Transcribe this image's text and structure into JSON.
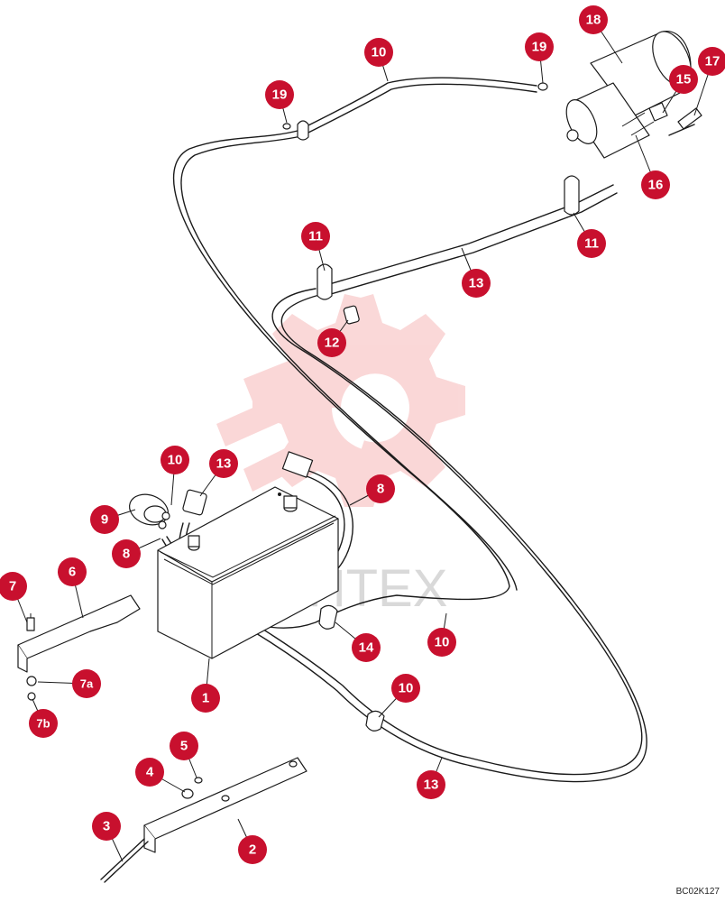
{
  "drawing_code": "BC02K127",
  "watermark": {
    "text": "ИНТЕХ"
  },
  "colors": {
    "callout": "#c8102e",
    "watermark_gear": "#f6b8b8",
    "line": "#1a1a1a"
  },
  "callouts": [
    {
      "label": "18"
    },
    {
      "label": "19"
    },
    {
      "label": "10"
    },
    {
      "label": "19"
    },
    {
      "label": "17"
    },
    {
      "label": "15"
    },
    {
      "label": "16"
    },
    {
      "label": "11"
    },
    {
      "label": "11"
    },
    {
      "label": "13"
    },
    {
      "label": "12"
    },
    {
      "label": "10"
    },
    {
      "label": "13"
    },
    {
      "label": "8"
    },
    {
      "label": "9"
    },
    {
      "label": "8"
    },
    {
      "label": "7"
    },
    {
      "label": "6"
    },
    {
      "label": "7a"
    },
    {
      "label": "7b"
    },
    {
      "label": "1"
    },
    {
      "label": "14"
    },
    {
      "label": "10"
    },
    {
      "label": "10"
    },
    {
      "label": "5"
    },
    {
      "label": "4"
    },
    {
      "label": "13"
    },
    {
      "label": "3"
    },
    {
      "label": "2"
    }
  ]
}
